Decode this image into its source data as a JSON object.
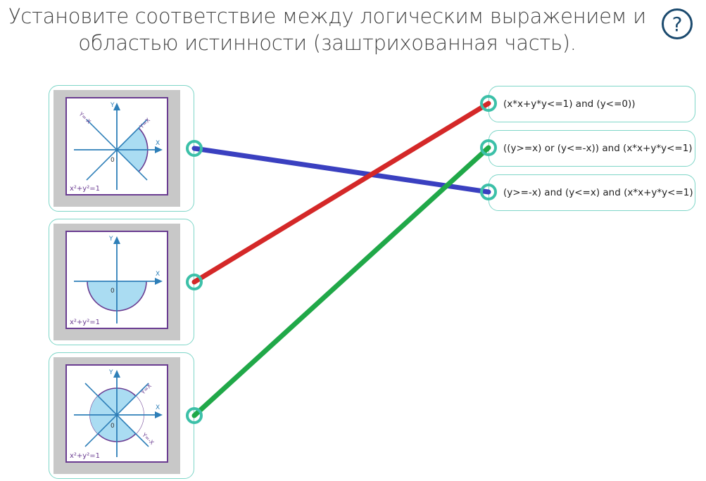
{
  "task": {
    "question_line1": "Установите соответствие между логическим выражением и",
    "question_line2": "областью истинности (заштрихованная часть)."
  },
  "help_button": {
    "label": "?"
  },
  "diagrams": [
    {
      "eq": "x²+y²=1",
      "axis_x": "X",
      "axis_y": "Y",
      "origin": "0",
      "line_a": "Y=-X",
      "line_b": "Y=X"
    },
    {
      "eq": "x²+y²=1",
      "axis_x": "X",
      "axis_y": "Y",
      "origin": "0"
    },
    {
      "eq": "x²+y²=1",
      "axis_x": "X",
      "axis_y": "Y",
      "origin": "0",
      "line_a": "Y=X",
      "line_b": "Y=-X"
    }
  ],
  "expressions": [
    {
      "text": "(x*x+y*y<=1) and (y<=0))"
    },
    {
      "text": "((y>=x) or (y<=-x)) and (x*x+y*y<=1)"
    },
    {
      "text": "(y>=-x) and (y<=x) and (x*x+y*y<=1)"
    }
  ],
  "colors": {
    "accent": "#3cc0a8",
    "diagram_fill": "#aadcf2",
    "diagram_frame": "#6a3c91",
    "axis": "#2e7fb8",
    "link_blue": "#3a40c0",
    "link_red": "#d42828",
    "link_green": "#20a848"
  }
}
